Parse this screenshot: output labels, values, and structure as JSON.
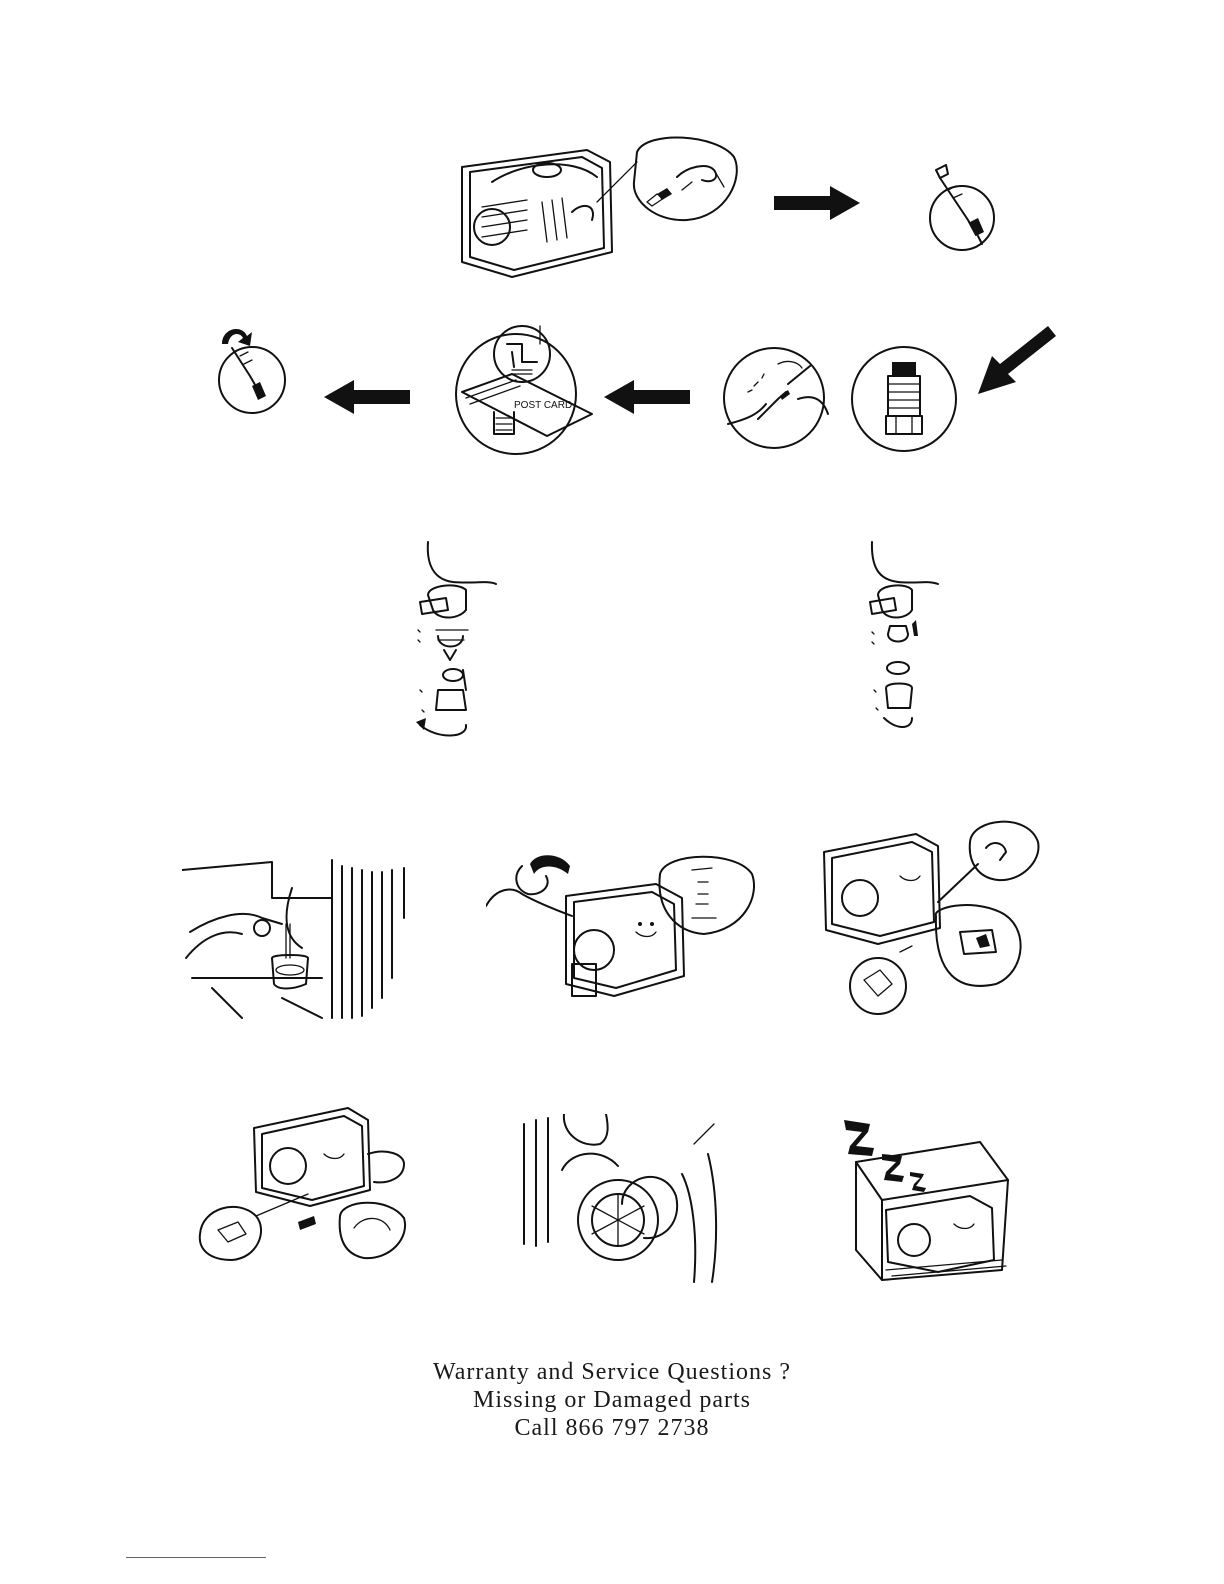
{
  "page": {
    "section_spark_plug": {
      "generator_callout": "generator-with-spark-plug-callout",
      "steps": [
        "remove-plug",
        "inspect-electrode",
        "clean-with-brush",
        "check-gap-with-postcard",
        "reinstall-plug"
      ],
      "postcard_label": "POST CARD"
    },
    "section_fuel_cup": {
      "left": "remove-sediment-cup",
      "right": "reinstall-sediment-cup"
    },
    "section_maintenance": {
      "items": [
        "drain-carburetor",
        "drain-oil",
        "refill-oil",
        "spark-plug-removal",
        "pull-recoil-starter",
        "store-covered"
      ]
    },
    "footer": {
      "line1": "Warranty and Service Questions ?",
      "line2": "Missing or Damaged parts",
      "line3": "Call 866 797 2738"
    }
  }
}
